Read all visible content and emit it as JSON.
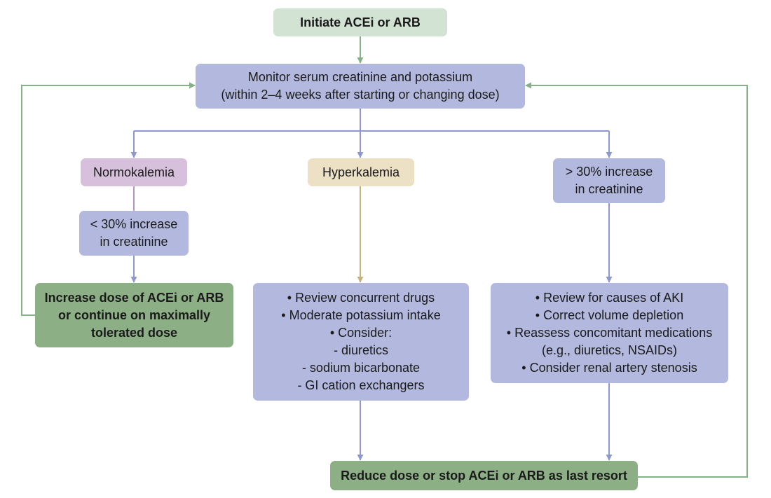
{
  "colors": {
    "start_fill": "#d3e3d3",
    "lavender_fill": "#b3b9de",
    "pink_fill": "#d7c0db",
    "tan_fill": "#ece1c4",
    "green_fill": "#8daf86",
    "lavender_line": "#8e97d0",
    "green_line": "#86b088",
    "tan_line": "#c7b27a",
    "pink_line": "#b497be"
  },
  "nodes": {
    "start": "Initiate ACEi or ARB",
    "monitor": "Monitor serum creatinine and potassium\n(within 2–4 weeks after starting or changing dose)",
    "normokalemia": "Normokalemia",
    "hyperkalemia": "Hyperkalemia",
    "gt30": "> 30% increase\nin creatinine",
    "lt30": "< 30% increase\nin creatinine",
    "increase_dose": "Increase dose of ACEi or ARB\nor continue on maximally\ntolerated dose",
    "hyper_management": "• Review concurrent drugs\n• Moderate potassium intake\n• Consider:\n- diuretics\n- sodium bicarbonate\n- GI cation exchangers",
    "aki_management": "• Review for causes of AKI\n• Correct volume depletion\n• Reassess concomitant medications\n(e.g., diuretics, NSAIDs)\n• Consider renal artery stenosis",
    "reduce": "Reduce dose or stop ACEi or ARB as last resort"
  }
}
